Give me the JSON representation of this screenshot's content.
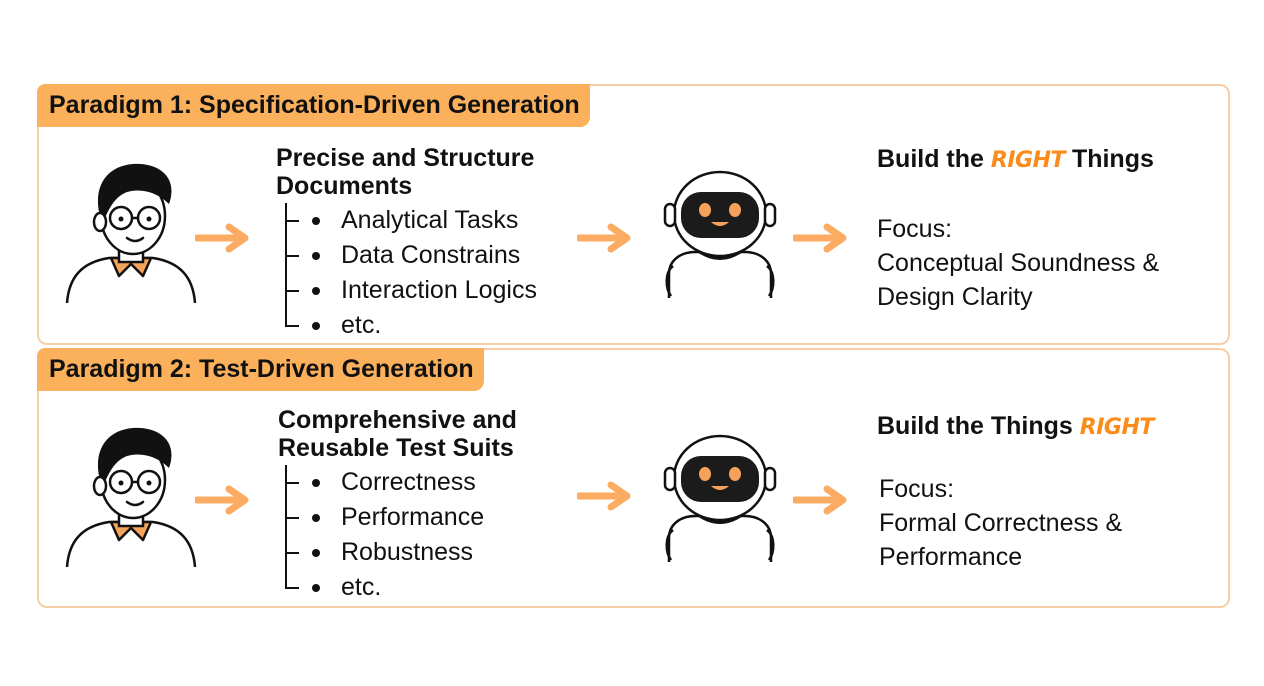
{
  "paradigms": [
    {
      "title": "Paradigm 1: Specification-Driven Generation",
      "doc_heading_line1": "Precise and Structure",
      "doc_heading_line2": "Documents",
      "items": [
        "Analytical Tasks",
        "Data Constrains",
        "Interaction Logics",
        "etc."
      ],
      "goal_prefix": "Build the ",
      "goal_accent": "RIGHT",
      "goal_suffix": " Things",
      "focus_label": "Focus:",
      "focus_line1": "Conceptual Soundness &",
      "focus_line2": "Design Clarity"
    },
    {
      "title": "Paradigm 2: Test-Driven Generation",
      "doc_heading_line1": "Comprehensive and",
      "doc_heading_line2": "Reusable Test Suits",
      "items": [
        "Correctness",
        "Performance",
        "Robustness",
        "etc."
      ],
      "goal_prefix": "Build the Things ",
      "goal_accent": "RIGHT",
      "goal_suffix": "",
      "focus_label": "Focus:",
      "focus_line1": "Formal Correctness &",
      "focus_line2": "Performance"
    }
  ],
  "colors": {
    "panel_border": "#f7cfa6",
    "title_tab": "#fbb05c",
    "arrow": "#fbab62",
    "accent": "#fb8c1c"
  },
  "icons": [
    "person-icon",
    "arrow-right-icon",
    "robot-icon"
  ]
}
